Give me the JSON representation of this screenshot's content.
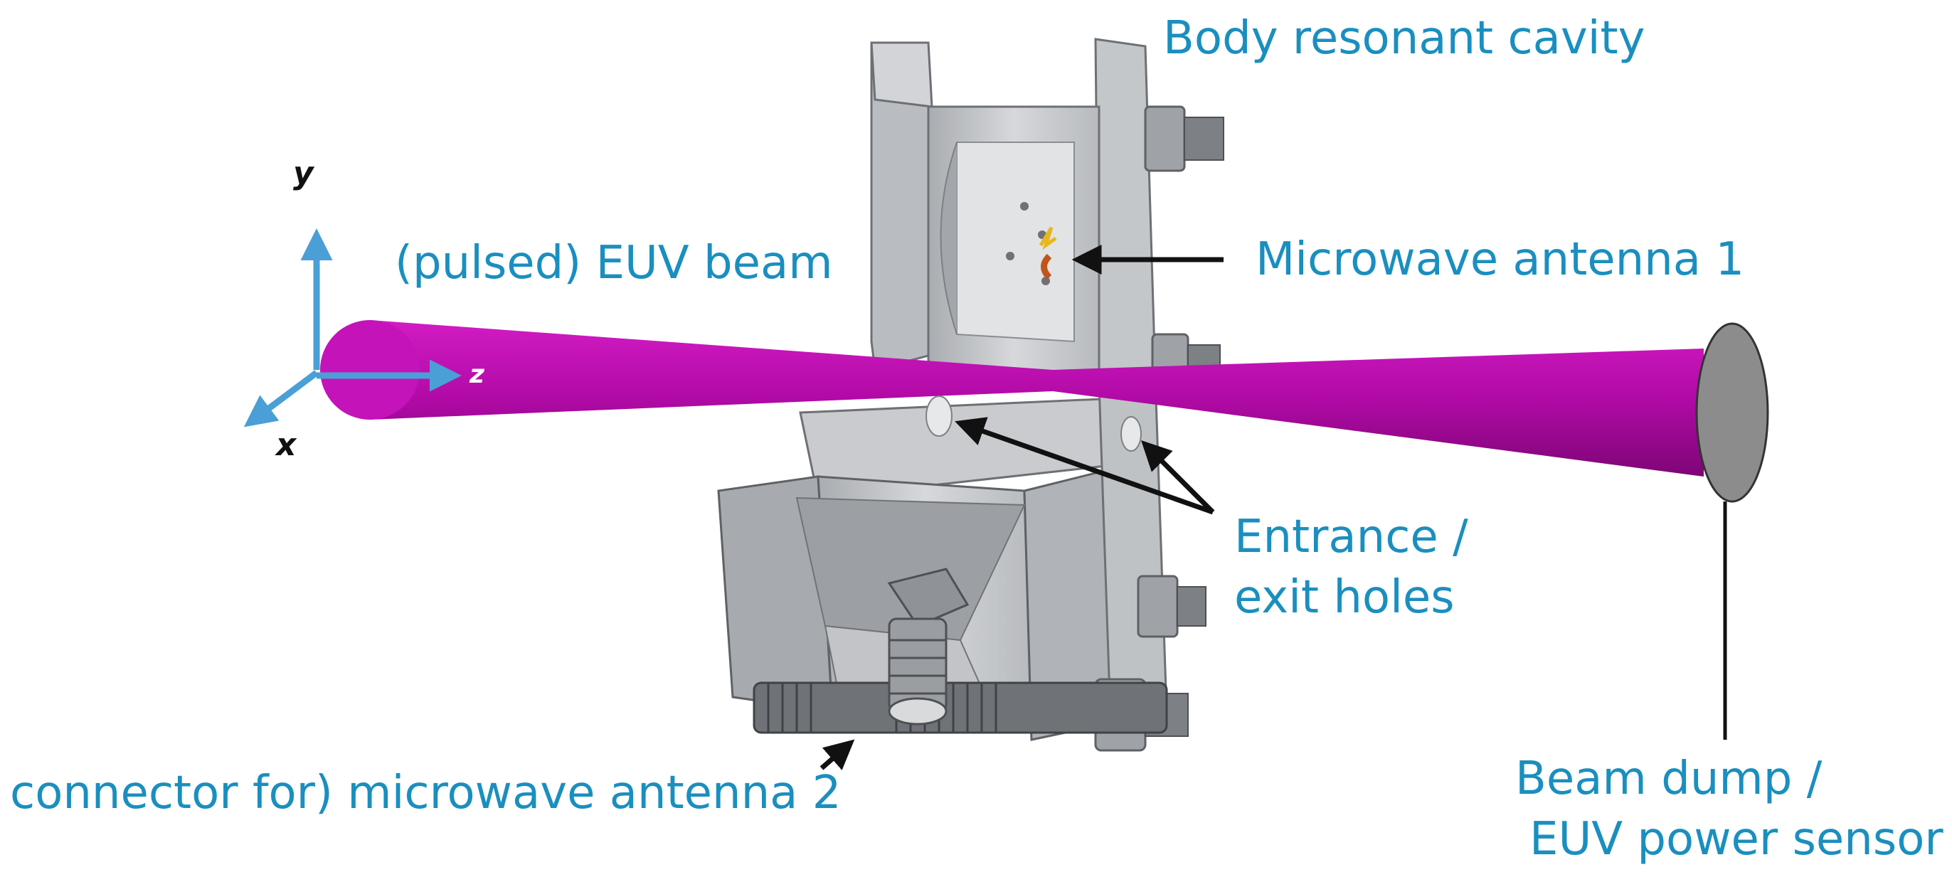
{
  "colors": {
    "label": "#1a8fbf",
    "beam": "#b10aa6",
    "axes": "#4a9fd6",
    "metal": "#c8cacd",
    "metal_dark": "#8f9296",
    "sensor": "#8c8c8c"
  },
  "labels": {
    "body_resonant_cavity": "Body resonant cavity",
    "euv_beam": "(pulsed) EUV beam",
    "antenna_1": "Microwave antenna 1",
    "entrance_line1": "Entrance /",
    "entrance_line2": "exit holes",
    "antenna_2": "connector for) microwave antenna 2",
    "beam_dump_line1": "Beam dump /",
    "beam_dump_line2": "EUV power sensor"
  },
  "axes": {
    "x": "x",
    "y": "y",
    "z": "z"
  },
  "icons": {
    "beam": "euv-beam-cone",
    "sensor": "beam-dump-disc"
  }
}
